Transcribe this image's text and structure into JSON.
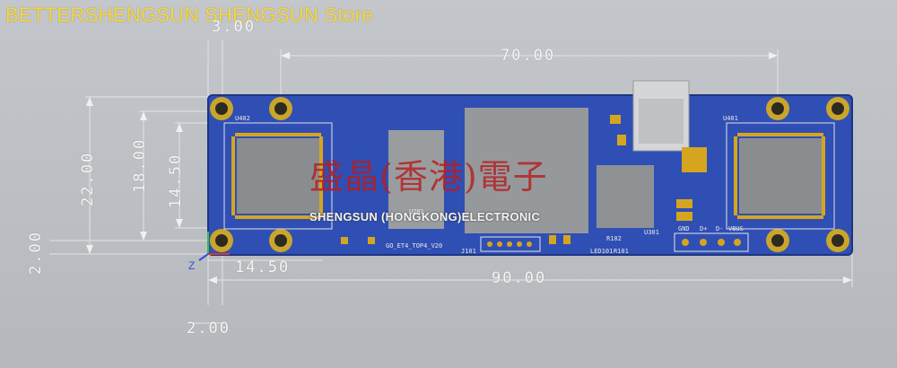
{
  "store_title": "BETTERSHENGSUN SHENGSUN Store",
  "dimensions": {
    "top_partial": "3.00",
    "overall_length_between_holes": "70.00",
    "overall_length": "90.00",
    "height_outer": "22.00",
    "height_inner": "18.00",
    "module_height": "14.50",
    "module_width": "14.50",
    "edge_offset_left": "2.00",
    "edge_offset_bottom": "2.00"
  },
  "watermark": {
    "cn": "盛晶(香港)電子",
    "en": "SHENGSUN (HONGKONG)ELECTRONIC"
  },
  "silkscreen": {
    "left_module": "U402",
    "right_module": "U401",
    "u201": "U201",
    "u301": "U301",
    "board_text": "GO_ET4_TOP4_V20",
    "led": "LED101",
    "r101": "R101",
    "r102": "R102",
    "gnd": "GND",
    "d_plus": "D+",
    "d_minus": "D-",
    "vbus": "VBUS",
    "j101": "J101"
  },
  "axis": {
    "z_label": "Z"
  },
  "colors": {
    "board": "#2f4fb4",
    "module": "#8a8d90",
    "pad_gold": "#d6a520",
    "dim_text": "#f6f6f6",
    "store_title": "#f4d64a",
    "watermark_cn": "#b41e1e"
  }
}
